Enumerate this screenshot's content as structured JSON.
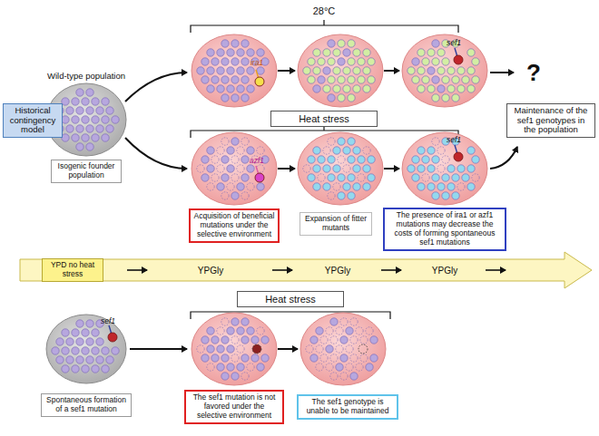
{
  "diagram": {
    "nodes": [
      {
        "text": [
          "Historical contingency model"
        ]
      },
      {
        "text": [
          "Isogenic founder population"
        ]
      },
      {
        "text": [
          "Heat stress"
        ]
      },
      {
        "text": [
          "Acquisition of beneficial mutations under the selective environment"
        ]
      },
      {
        "text": [
          "Expansion of fitter mutants"
        ]
      },
      {
        "text": [
          "The presence of ira1 or azf1 mutations may decrease the costs of forming spontaneous sef1 mutations"
        ]
      },
      {
        "text": [
          "Maintenance of the sef1 genotypes in the population"
        ]
      },
      {
        "text": [
          "YPD no heat stress"
        ]
      },
      {
        "text": [
          "Heat stress"
        ]
      },
      {
        "text": [
          "Spontaneous formation of a sef1 mutation"
        ]
      },
      {
        "text": [
          "The sef1 mutation is not favored under the selective environment"
        ]
      },
      {
        "text": [
          "The sef1 genotype is unable to be maintained"
        ]
      }
    ],
    "labels": [
      "28°C",
      "Wild-type population",
      "ira1",
      "sef1",
      "azf1",
      "sef1",
      "?",
      "YPGly",
      "YPGly",
      "YPGly",
      "sef1"
    ]
  }
}
